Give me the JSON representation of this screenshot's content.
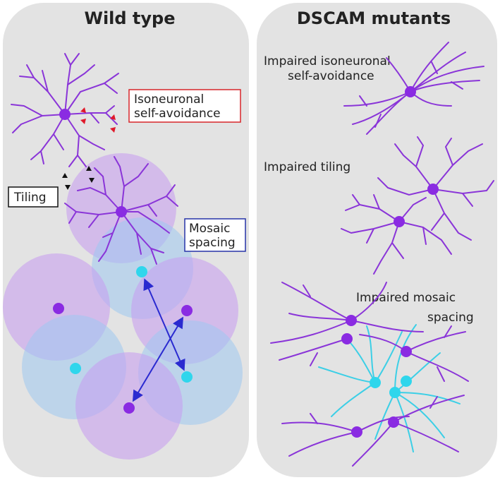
{
  "panels": {
    "left": {
      "title": "Wild type"
    },
    "right": {
      "title": "DSCAM mutants"
    }
  },
  "labels": {
    "self_avoidance": [
      "Isoneuronal",
      "self-avoidance"
    ],
    "tiling": "Tiling",
    "mosaic_spacing": [
      "Mosaic",
      "spacing"
    ],
    "impaired_self_avoidance": [
      "Impaired isoneuronal",
      "self-avoidance"
    ],
    "impaired_tiling": "Impaired tiling",
    "impaired_mosaic": [
      "Impaired mosaic",
      "spacing"
    ]
  },
  "colors": {
    "panel_bg": "#e3e3e3",
    "purple_cell": "#8a2be2",
    "purple_dendrite": "#8a35d8",
    "cyan_cell": "#2fd6ec",
    "cyan_dendrite": "#3ccfe6",
    "field_purple": "#c79bf0",
    "field_blue": "#9fc8f0",
    "arrow_blue": "#2a2ad0",
    "self_avoid_box": "#d8262b",
    "mosaic_box": "#2633a8",
    "red_arrowhead": "#e0192a"
  }
}
